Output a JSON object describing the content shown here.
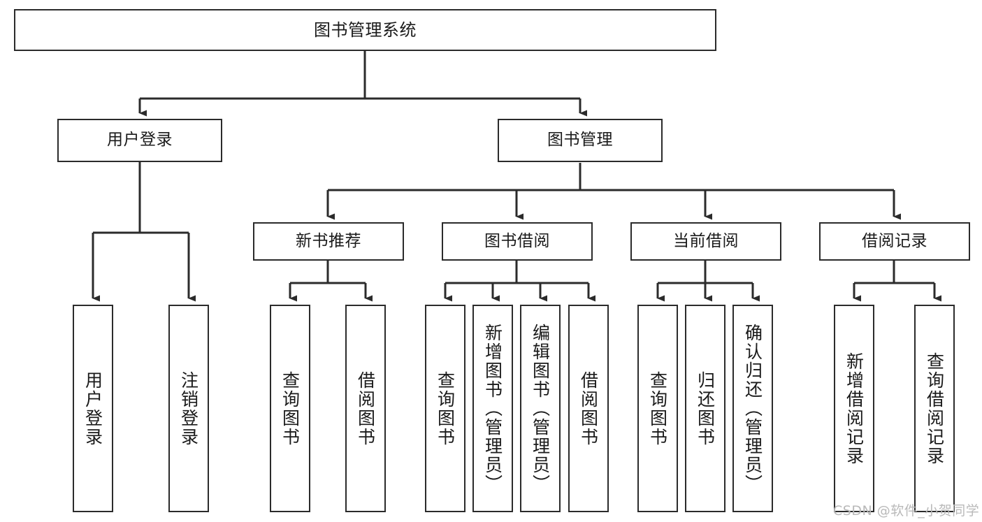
{
  "diagram": {
    "title": "图书管理系统",
    "type": "tree-hierarchy",
    "nodes": {
      "root": {
        "label": "图书管理系统"
      },
      "user_login": {
        "label": "用户登录"
      },
      "book_manage": {
        "label": "图书管理"
      },
      "new_book_rec": {
        "label": "新书推荐"
      },
      "book_borrow": {
        "label": "图书借阅"
      },
      "current_borrow": {
        "label": "当前借阅"
      },
      "borrow_record": {
        "label": "借阅记录"
      },
      "leaf_user_login": {
        "label": "用户登录"
      },
      "leaf_user_logout": {
        "label": "注销登录"
      },
      "leaf_rec_query": {
        "label": "查询图书"
      },
      "leaf_rec_borrow": {
        "label": "借阅图书"
      },
      "leaf_borrow_query": {
        "label": "查询图书"
      },
      "leaf_borrow_add": {
        "label": "新增图书（管理员）"
      },
      "leaf_borrow_edit": {
        "label": "编辑图书（管理员）"
      },
      "leaf_borrow_lend": {
        "label": "借阅图书"
      },
      "leaf_cur_query": {
        "label": "查询图书"
      },
      "leaf_cur_return": {
        "label": "归还图书"
      },
      "leaf_cur_confirm": {
        "label": "确认归还（管理员）"
      },
      "leaf_rec_add": {
        "label": "新增借阅记录"
      },
      "leaf_rec_search": {
        "label": "查询借阅记录"
      }
    },
    "colors": {
      "stroke": "#2b2b2b",
      "fill": "#ffffff",
      "text": "#1a1a1a",
      "watermark": "#b9b9b9"
    }
  },
  "watermark": {
    "text": "CSDN @软件_小贺同学"
  }
}
